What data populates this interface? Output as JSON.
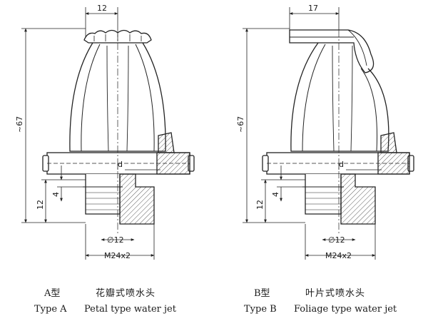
{
  "drawing_a": {
    "dim_top": "12",
    "dim_height": "~67",
    "dim_d": "d",
    "dim_4": "4",
    "dim_12_side": "12",
    "dim_bore": "∅12",
    "dim_thread": "M24x2"
  },
  "drawing_b": {
    "dim_top": "17",
    "dim_height": "~67",
    "dim_d": "d",
    "dim_4": "4",
    "dim_12_side": "12",
    "dim_bore": "∅12",
    "dim_thread": "M24x2"
  },
  "captions": {
    "a_type_cn": "A型",
    "a_name_cn": "花瓣式喷水头",
    "a_type_en": "Type A",
    "a_name_en": "Petal type water jet",
    "b_type_cn": "B型",
    "b_name_cn": "叶片式喷水头",
    "b_type_en": "Type B",
    "b_name_en": "Foliage type water jet"
  }
}
